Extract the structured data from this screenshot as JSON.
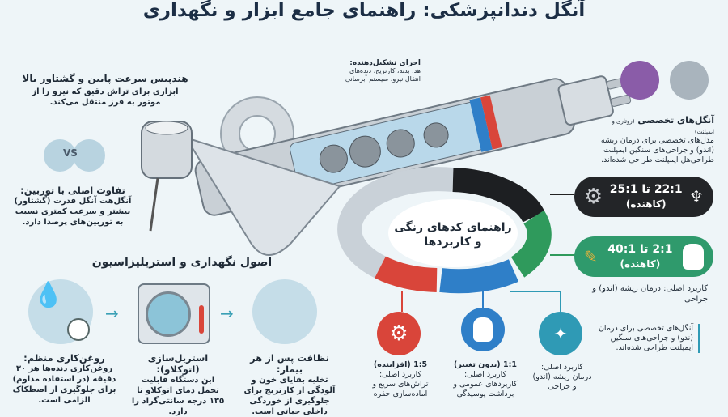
{
  "title": "آنگل دندانپزشکی: راهنمای جامع ابزار و نگهداری",
  "intro": {
    "heading": "هندپیس سرعت پایین و گشتاور بالا",
    "text": "ابزاری برای تراش دقیق که نیرو را از موتور به فرز منتقل می‌کند."
  },
  "vs_label": "VS",
  "difference": {
    "heading": "تفاوت اصلی با توربین:",
    "text": "آنگل‌هت آنگل قدرت (گشتاور) بیشتر و سرعت کمتری نسبت به توربین‌های پرصدا دارد."
  },
  "components": {
    "heading": "اجزای تشکیل‌دهنده:",
    "text": "هد، بدنه، کارتریج، دنده‌های انتقال نیرو، سیستم آبرسانی"
  },
  "specialized": {
    "heading": "آنگل‌های تخصصی",
    "heading_note": "(روتاری و ایمپلنت)",
    "text": "مدل‌های تخصصی برای درمان ریشه (اندو) و جراحی‌های سنگین ایمپلنت طراحی‌هل ایمپلنت طراحی شده‌اند."
  },
  "ring": {
    "title": "راهنمای کدهای رنگی و کاربردها",
    "colors": {
      "black": "#1d1f22",
      "green": "#2f9a5c",
      "blue": "#2f7fc8",
      "red": "#d9453a",
      "grey": "#c9d1d8"
    }
  },
  "codes": {
    "black": {
      "ratio": "22:1 تا 25:1",
      "type": "(کاهنده)"
    },
    "green": {
      "ratio": "2:1 تا 40:1",
      "type": "(کاهنده)",
      "usage": "کاربرد اصلی: درمان ریشه (اندو) و جراحی"
    },
    "red": {
      "ratio": "1:5 (افزاینده)",
      "usage_label": "کاربرد اصلی:",
      "usage": "تراش‌های سریع و آماده‌سازی حفره"
    },
    "blue": {
      "ratio": "1:1 (بدون تغییر)",
      "usage_label": "کاربرد اصلی:",
      "usage": "کاربردهای عمومی و برداشت پوسیدگی"
    },
    "teal": {
      "usage_label": "کاربرد اصلی:",
      "usage": "درمان ریشه (اندو) و جراحی"
    }
  },
  "side_note": "آنگل‌های تخصصی برای درمان (ندو) و جراحی‌های سنگین ایمپلنت طراحی شده‌اند.",
  "maintenance": {
    "title": "اصول نگهداری و استریلیزاسیون",
    "steps": [
      {
        "heading": "نظافت پس از هر بیمار:",
        "text": "تخلیه بقایای خون و آلودگی از کارتریج برای جلوگیری از خوردگی داخلی حیاتی است."
      },
      {
        "heading": "استریل‌سازی (اتوکلاو):",
        "text": "این دستگاه قابلیت تحمل دمای اتوکلاو تا ۱۳۵ درجه سانتی‌گراد را دارد."
      },
      {
        "heading": "روغن‌کاری منظم:",
        "text": "روغن‌کاری دنده‌ها هر ۳۰ دقیقه (در استفاده مداوم) برای جلوگیری از اصطکاک الزامی است."
      }
    ]
  }
}
